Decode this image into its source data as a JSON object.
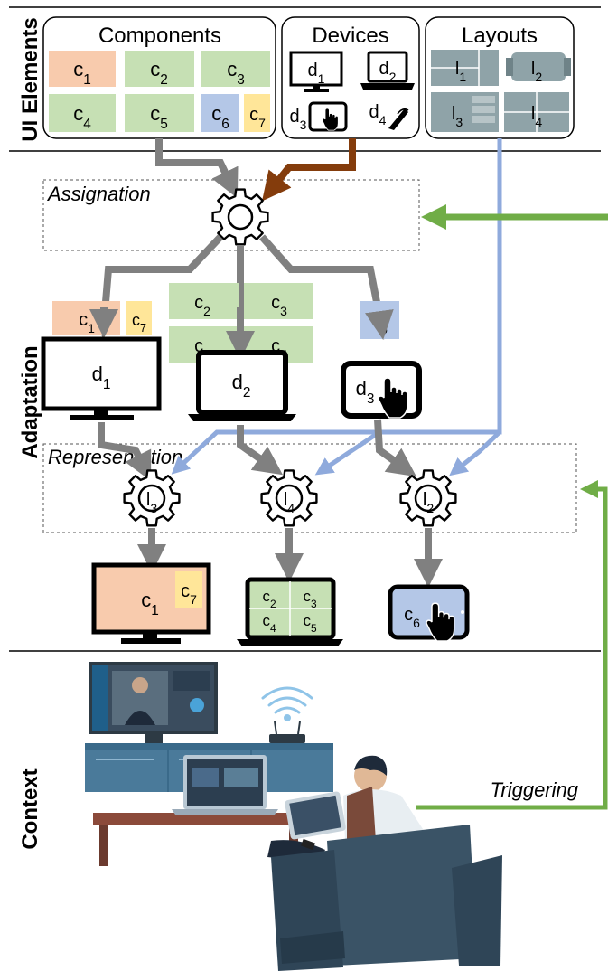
{
  "sections": {
    "ui_elements": "UI Elements",
    "adaptation": "Adaptation",
    "context": "Context"
  },
  "panels": {
    "components": "Components",
    "devices": "Devices",
    "layouts": "Layouts"
  },
  "components": [
    "c1",
    "c2",
    "c3",
    "c4",
    "c5",
    "c6",
    "c7"
  ],
  "devices": [
    "d1",
    "d2",
    "d3",
    "d4"
  ],
  "layouts": [
    "l1",
    "l2",
    "l3",
    "l4"
  ],
  "stages": {
    "assignation": "Assignation",
    "representation": "Representation",
    "triggering": "Triggering"
  },
  "colors": {
    "c1": "#f8cbad",
    "green": "#c6e0b4",
    "c6": "#b4c7e7",
    "c7": "#ffe699",
    "arrow_gray": "#808080",
    "arrow_brown": "#843c0c",
    "arrow_blue": "#8faadc",
    "arrow_green": "#70ad47",
    "layout_panel": "#8fa3a8"
  },
  "icons": [
    "gear-icon",
    "monitor-icon",
    "laptop-icon",
    "tablet-icon",
    "touch-hand-icon",
    "pen-icon",
    "wifi-icon",
    "router-icon",
    "tv-icon",
    "armchair-icon",
    "person-icon"
  ]
}
